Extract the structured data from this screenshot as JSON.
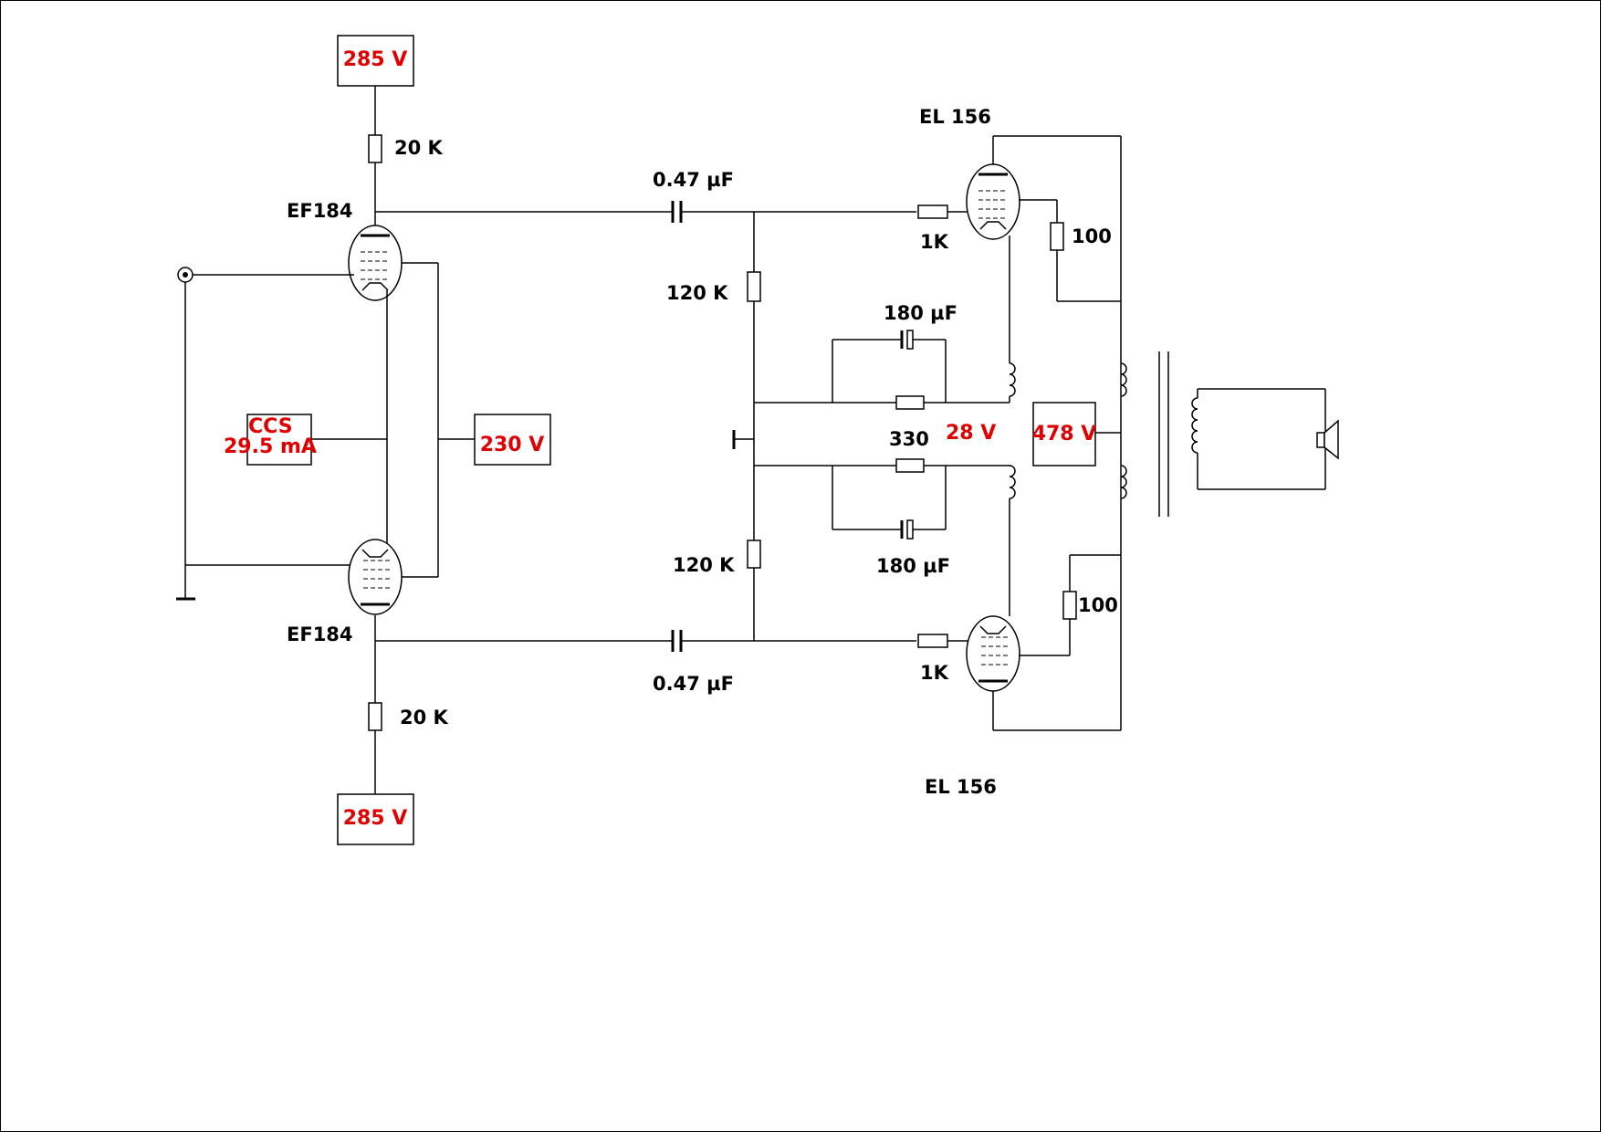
{
  "supplies": {
    "top_voltage": "285 V",
    "bottom_voltage": "285 V",
    "screen_voltage": "230 V",
    "ccs_title": "CCS",
    "ccs_current": "29.5 mA",
    "cathode_voltage": "28 V",
    "plate_voltage": "478 V"
  },
  "tubes": {
    "driver_top": "EF184",
    "driver_bottom": "EF184",
    "output_top": "EL 156",
    "output_bottom": "EL 156"
  },
  "components": {
    "plate_resistor_top": "20 K",
    "plate_resistor_bottom": "20 K",
    "coupling_cap_top": "0.47 µF",
    "coupling_cap_bottom": "0.47 µF",
    "grid_resistor_top": "120 K",
    "grid_resistor_bottom": "120 K",
    "grid_stopper_top": "1K",
    "grid_stopper_bottom": "1K",
    "screen_resistor_top": "100",
    "screen_resistor_bottom": "100",
    "bypass_cap_top": "180 µF",
    "bypass_cap_bottom": "180 µF",
    "cathode_resistor": "330"
  }
}
